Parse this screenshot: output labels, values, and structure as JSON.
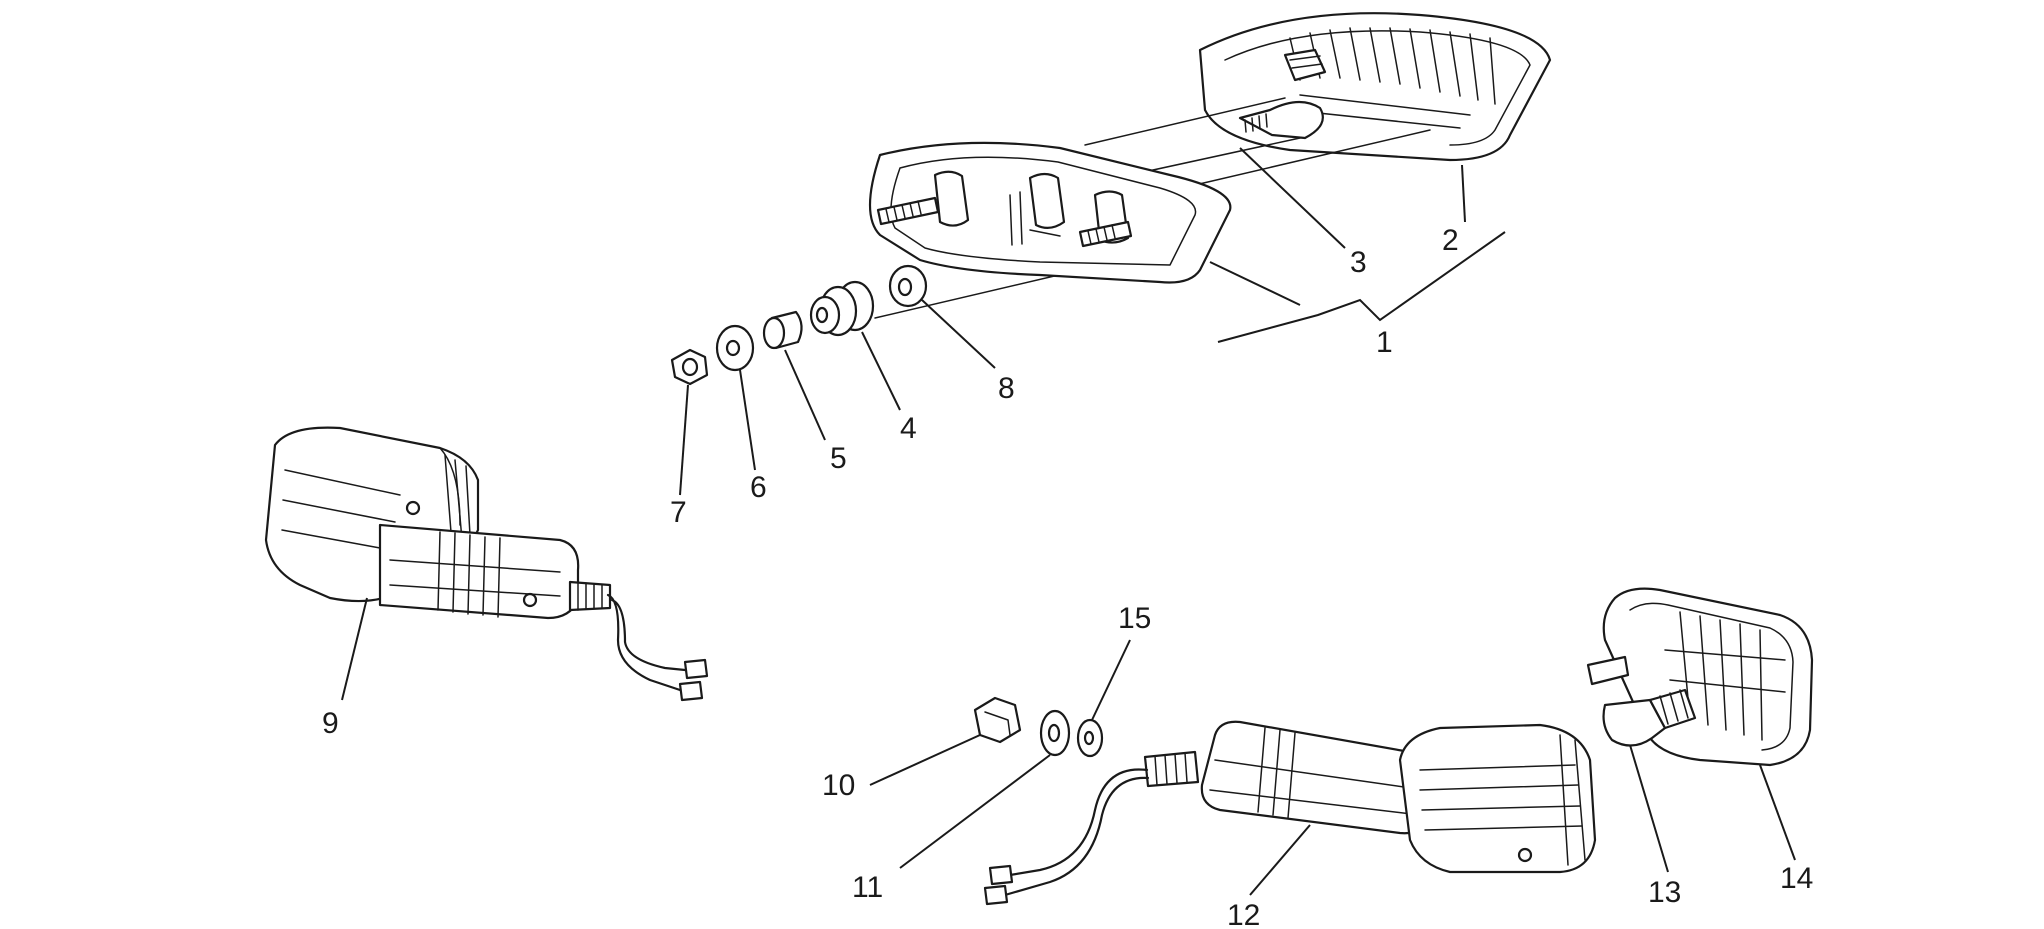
{
  "parts": [
    {
      "id": "p1",
      "label": "1"
    },
    {
      "id": "p2",
      "label": "2"
    },
    {
      "id": "p3",
      "label": "3"
    },
    {
      "id": "p4",
      "label": "4"
    },
    {
      "id": "p5",
      "label": "5"
    },
    {
      "id": "p6",
      "label": "6"
    },
    {
      "id": "p7",
      "label": "7"
    },
    {
      "id": "p8",
      "label": "8"
    },
    {
      "id": "p9",
      "label": "9"
    },
    {
      "id": "p10",
      "label": "10"
    },
    {
      "id": "p11",
      "label": "11"
    },
    {
      "id": "p12",
      "label": "12"
    },
    {
      "id": "p13",
      "label": "13"
    },
    {
      "id": "p14",
      "label": "14"
    },
    {
      "id": "p15",
      "label": "15"
    }
  ]
}
